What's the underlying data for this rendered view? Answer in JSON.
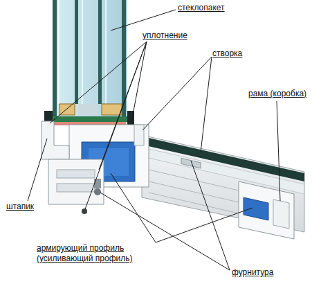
{
  "diagram": {
    "labels": [
      "стеклопакет",
      "уплотнение",
      "створка",
      "рама (коробка)",
      "штапик",
      "армирующий профиль (усиливающий профиль)",
      "фурнитура"
    ]
  }
}
